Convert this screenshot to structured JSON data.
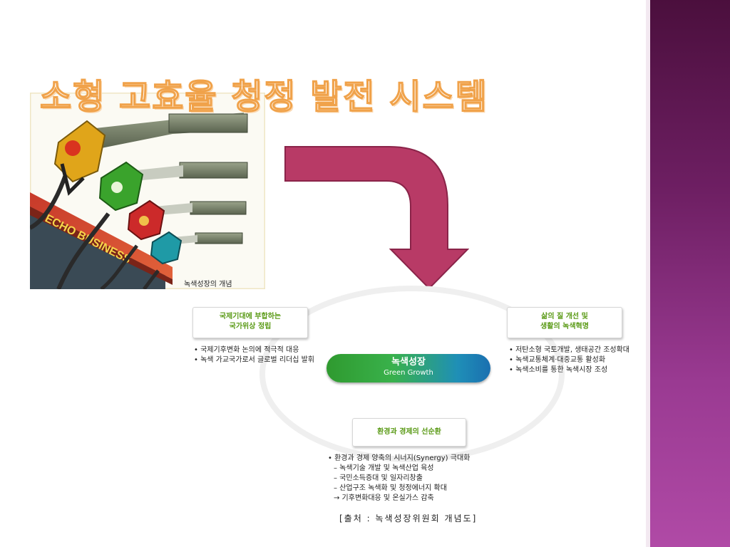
{
  "slide": {
    "title": "소형 고효율 청정 발전 시스템"
  },
  "image": {
    "sign_text": "ECHO BUSINESS"
  },
  "diagram": {
    "caption": "녹색성장의 개념",
    "center": {
      "ko": "녹색성장",
      "en": "Green Growth"
    },
    "left_box": {
      "line1": "국제기대에 부합하는",
      "line2": "국가위상 정립"
    },
    "left_bullets": [
      "• 국제기후변화 논의에 적극적 대응",
      "• 녹색 가교국가로서 글로벌 리더십 발휘"
    ],
    "right_box": {
      "line1": "삶의 질 개선 및",
      "line2": "생활의 녹색혁명"
    },
    "right_bullets": [
      "• 저탄소형 국토개발, 생태공간 조성확대",
      "• 녹색교통체계·대중교통 활성화",
      "• 녹색소비를 통한 녹색시장 조성"
    ],
    "bottom_box": {
      "line1": "환경과 경제의 선순환"
    },
    "bottom_bullets": [
      "• 환경과 경제 양축의 시너지(Synergy) 극대화",
      "  – 녹색기술 개발 및 녹색산업 육성",
      "  – 국민소득증대 및 일자리창출",
      "  – 산업구조 녹색화 및 청정에너지 확대",
      "  → 기후변화대응 및 온실가스 감축"
    ],
    "source": "[출처 : 녹색성장위원회 개념도]"
  },
  "colors": {
    "sidebar_top": "#4b0f3d",
    "sidebar_bottom": "#b04aa6",
    "arrow": "#b83a66",
    "title_outline": "#f0a24a",
    "green_text": "#5a9a16"
  }
}
